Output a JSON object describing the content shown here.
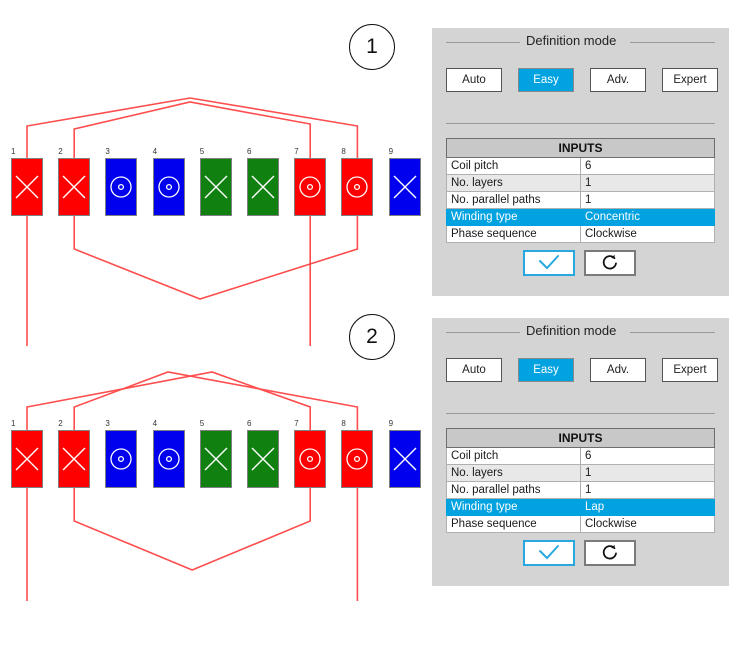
{
  "steps": [
    {
      "badge": "1"
    },
    {
      "badge": "2"
    }
  ],
  "winding_diagrams": [
    {
      "name": "concentric-winding-layout",
      "slot_labels": [
        "1",
        "2",
        "3",
        "4",
        "5",
        "6",
        "7",
        "8",
        "9"
      ],
      "slots": [
        {
          "label": "1",
          "color": "#ff0000",
          "symbol": "cross"
        },
        {
          "label": "2",
          "color": "#ff0000",
          "symbol": "cross"
        },
        {
          "label": "3",
          "color": "#0000ee",
          "symbol": "dot"
        },
        {
          "label": "4",
          "color": "#0000ee",
          "symbol": "dot"
        },
        {
          "label": "5",
          "color": "#108010",
          "symbol": "cross"
        },
        {
          "label": "6",
          "color": "#108010",
          "symbol": "cross"
        },
        {
          "label": "7",
          "color": "#ff0000",
          "symbol": "dot"
        },
        {
          "label": "8",
          "color": "#ff0000",
          "symbol": "dot"
        },
        {
          "label": "9",
          "color": "#0000ee",
          "symbol": "cross"
        }
      ],
      "wire_color": "#ff4d4d",
      "top_connections": [
        {
          "from_slot": "1",
          "to_slot": "8",
          "apex": "center"
        },
        {
          "from_slot": "2",
          "to_slot": "7",
          "apex": "center"
        }
      ],
      "bottom_connections": [
        {
          "from_slot": "2",
          "to_slot": "8",
          "apex": "center"
        }
      ],
      "terminal_leads": [
        "1",
        "7"
      ]
    },
    {
      "name": "lap-winding-layout",
      "slot_labels": [
        "1",
        "2",
        "3",
        "4",
        "5",
        "6",
        "7",
        "8",
        "9"
      ],
      "slots": [
        {
          "label": "1",
          "color": "#ff0000",
          "symbol": "cross"
        },
        {
          "label": "2",
          "color": "#ff0000",
          "symbol": "cross"
        },
        {
          "label": "3",
          "color": "#0000ee",
          "symbol": "dot"
        },
        {
          "label": "4",
          "color": "#0000ee",
          "symbol": "dot"
        },
        {
          "label": "5",
          "color": "#108010",
          "symbol": "cross"
        },
        {
          "label": "6",
          "color": "#108010",
          "symbol": "cross"
        },
        {
          "label": "7",
          "color": "#ff0000",
          "symbol": "dot"
        },
        {
          "label": "8",
          "color": "#ff0000",
          "symbol": "dot"
        },
        {
          "label": "9",
          "color": "#0000ee",
          "symbol": "cross"
        }
      ],
      "wire_color": "#ff4d4d",
      "top_connections": [
        {
          "from_slot": "1",
          "to_slot": "7",
          "apex": "left-of-center"
        },
        {
          "from_slot": "2",
          "to_slot": "8",
          "apex": "right-of-center"
        }
      ],
      "bottom_connections": [
        {
          "from_slot": "2",
          "to_slot": "7",
          "apex": "center"
        }
      ],
      "terminal_leads": [
        "1",
        "8"
      ]
    }
  ],
  "panels": [
    {
      "group_title": "Definition mode",
      "mode_buttons": [
        {
          "label": "Auto",
          "active": false
        },
        {
          "label": "Easy",
          "active": true
        },
        {
          "label": "Adv.",
          "active": false
        },
        {
          "label": "Expert",
          "active": false
        }
      ],
      "table": {
        "header": "INPUTS",
        "rows": [
          {
            "label": "Coil pitch",
            "value": "6",
            "selected": false
          },
          {
            "label": "No. layers",
            "value": "1",
            "selected": false
          },
          {
            "label": "No. parallel paths",
            "value": "1",
            "selected": false
          },
          {
            "label": "Winding type",
            "value": "Concentric",
            "selected": true
          },
          {
            "label": "Phase sequence",
            "value": "Clockwise",
            "selected": false
          }
        ]
      },
      "actions": [
        {
          "name": "confirm",
          "icon": "check-icon"
        },
        {
          "name": "reset",
          "icon": "refresh-icon"
        }
      ]
    },
    {
      "group_title": "Definition mode",
      "mode_buttons": [
        {
          "label": "Auto",
          "active": false
        },
        {
          "label": "Easy",
          "active": true
        },
        {
          "label": "Adv.",
          "active": false
        },
        {
          "label": "Expert",
          "active": false
        }
      ],
      "table": {
        "header": "INPUTS",
        "rows": [
          {
            "label": "Coil pitch",
            "value": "6",
            "selected": false
          },
          {
            "label": "No. layers",
            "value": "1",
            "selected": false
          },
          {
            "label": "No. parallel paths",
            "value": "1",
            "selected": false
          },
          {
            "label": "Winding type",
            "value": "Lap",
            "selected": true
          },
          {
            "label": "Phase sequence",
            "value": "Clockwise",
            "selected": false
          }
        ]
      },
      "actions": [
        {
          "name": "confirm",
          "icon": "check-icon"
        },
        {
          "name": "reset",
          "icon": "refresh-icon"
        }
      ]
    }
  ],
  "colors": {
    "accent": "#00a2e0",
    "panel_bg": "#d4d4d4",
    "wire": "#ff4d4d",
    "phase_a": "#ff0000",
    "phase_b": "#0000ee",
    "phase_c": "#108010"
  }
}
